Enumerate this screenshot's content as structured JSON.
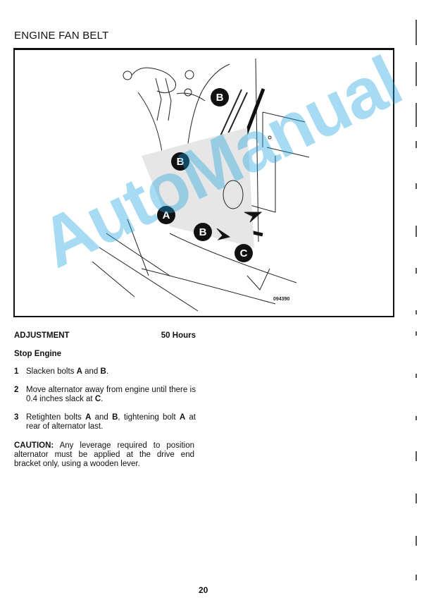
{
  "page": {
    "title": "ENGINE FAN BELT",
    "page_number": "20",
    "watermark": "AutoManual",
    "watermark_color": "#1aa3e0"
  },
  "figure": {
    "id": "094390",
    "callouts": [
      {
        "label": "B",
        "position": "top"
      },
      {
        "label": "B",
        "position": "left-upper"
      },
      {
        "label": "A",
        "position": "left-lower"
      },
      {
        "label": "B",
        "position": "lower"
      },
      {
        "label": "C",
        "position": "lower-right"
      }
    ]
  },
  "section": {
    "heading": "ADJUSTMENT",
    "interval": "50 Hours",
    "subheading": "Stop Engine",
    "steps": [
      {
        "num": "1",
        "parts": [
          "Slacken bolts ",
          "A",
          " and ",
          "B",
          "."
        ]
      },
      {
        "num": "2",
        "parts": [
          "Move alternator away from engine until there is 0.4 inches slack at ",
          "C",
          "."
        ]
      },
      {
        "num": "3",
        "parts": [
          "Retighten bolts ",
          "A",
          " and ",
          "B",
          ", tightening bolt ",
          "A",
          " at rear of alternator last."
        ]
      }
    ],
    "caution_label": "CAUTION:",
    "caution_text": " Any leverage required to position alternator must be applied at the drive end bracket only, using a wooden lever."
  }
}
